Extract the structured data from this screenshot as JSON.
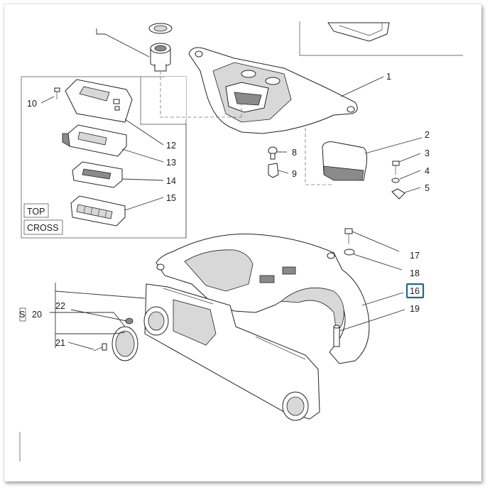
{
  "diagram": {
    "inset_labels": {
      "top": "TOP",
      "cross": "CROSS"
    },
    "left_edge_fragment": "S",
    "highlighted_callout": "16",
    "highlight_color": "#1b6b8f",
    "callouts": {
      "c1": "1",
      "c2": "2",
      "c3": "3",
      "c4": "4",
      "c5": "5",
      "c8": "8",
      "c9": "9",
      "c10": "10",
      "c12": "12",
      "c13": "13",
      "c14": "14",
      "c15": "15",
      "c16": "16",
      "c17": "17",
      "c18": "18",
      "c19": "19",
      "c20": "20",
      "c21": "21",
      "c22": "22"
    }
  }
}
